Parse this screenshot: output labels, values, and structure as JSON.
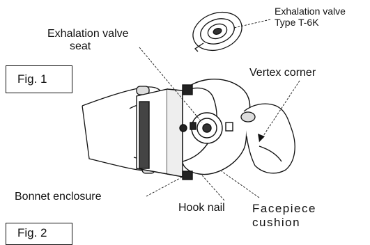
{
  "figure": {
    "fig_box_label": "Fig. 1",
    "partial_box_label": "Fig. 2"
  },
  "labels": {
    "exhalation_valve_line1": "Exhalation valve",
    "exhalation_valve_line2": "Type T-6K",
    "valve_seat_line1": "Exhalation valve",
    "valve_seat_line2": "seat",
    "vertex_corner": "Vertex corner",
    "bonnet_enclosure": "Bonnet enclosure",
    "hook_nail": "Hook nail",
    "facepiece_line1": "Facepiece",
    "facepiece_line2": "cushion"
  },
  "colors": {
    "ink": "#111111",
    "paper": "#ffffff",
    "shade": "#3a3a3a"
  }
}
